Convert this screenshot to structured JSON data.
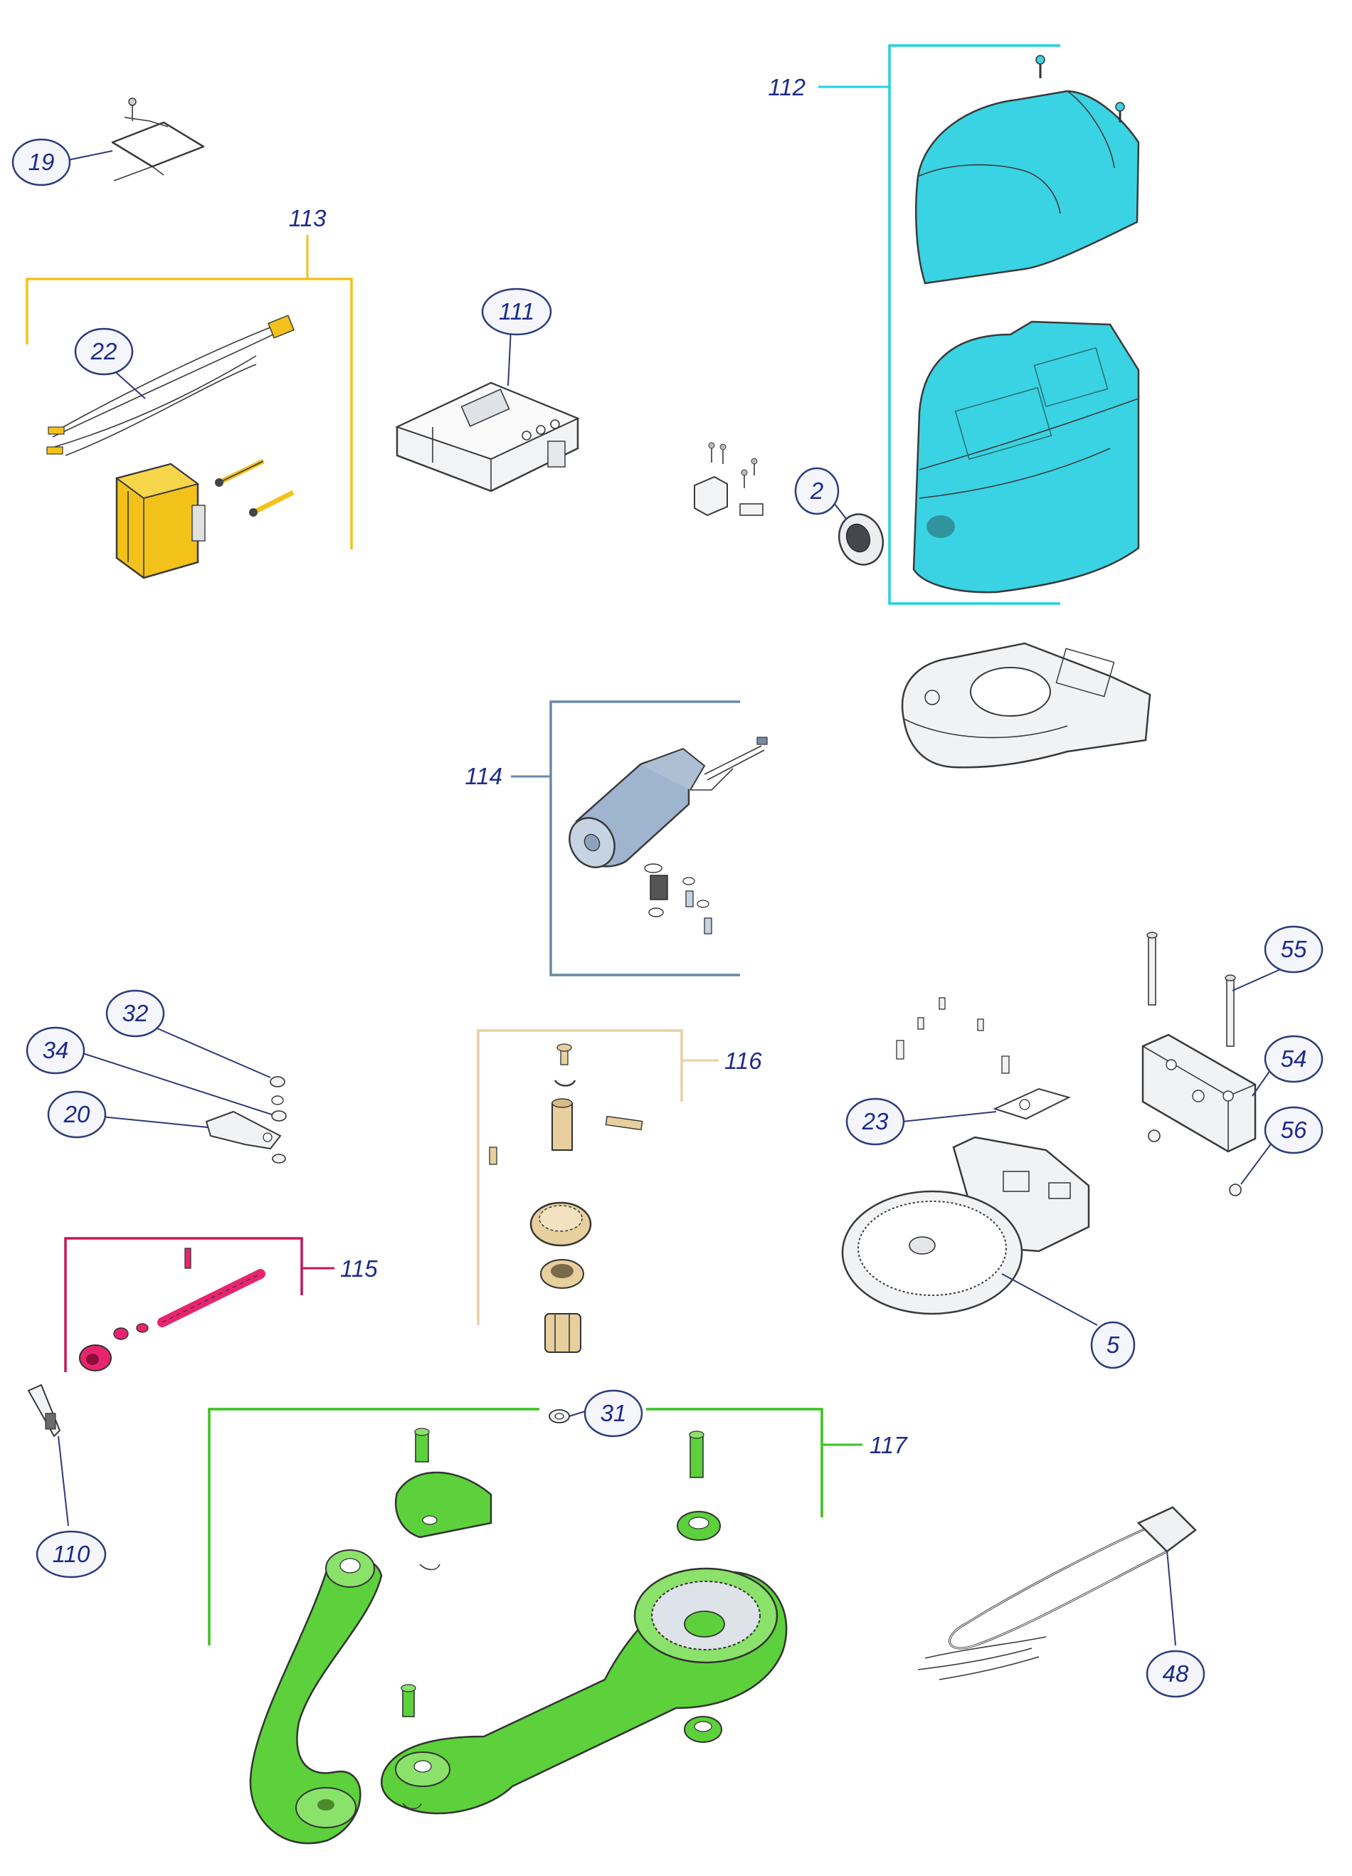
{
  "colors": {
    "callout_text": "#1d2a8a",
    "group_112": "#20d0e0",
    "group_113": "#f0c419",
    "group_114": "#6a89a8",
    "group_115": "#c8155a",
    "group_116": "#e8cfa4",
    "group_117": "#39c21f",
    "part_cyan": "#3ad3e3",
    "part_yellow": "#f3c21a",
    "part_blue": "#9fb5cf",
    "part_green": "#5cd13b",
    "part_red": "#e8246f",
    "part_tan": "#e7cf9e",
    "part_grey": "#e9ecef"
  },
  "callouts": {
    "c19": "19",
    "c22": "22",
    "c111": "111",
    "c2": "2",
    "c55": "55",
    "c54": "54",
    "c56": "56",
    "c23": "23",
    "c5": "5",
    "c32": "32",
    "c34": "34",
    "c20": "20",
    "c31": "31",
    "c110": "110",
    "c48": "48"
  },
  "groups": {
    "g112": "112",
    "g113": "113",
    "g114": "114",
    "g115": "115",
    "g116": "116",
    "g117": "117"
  }
}
